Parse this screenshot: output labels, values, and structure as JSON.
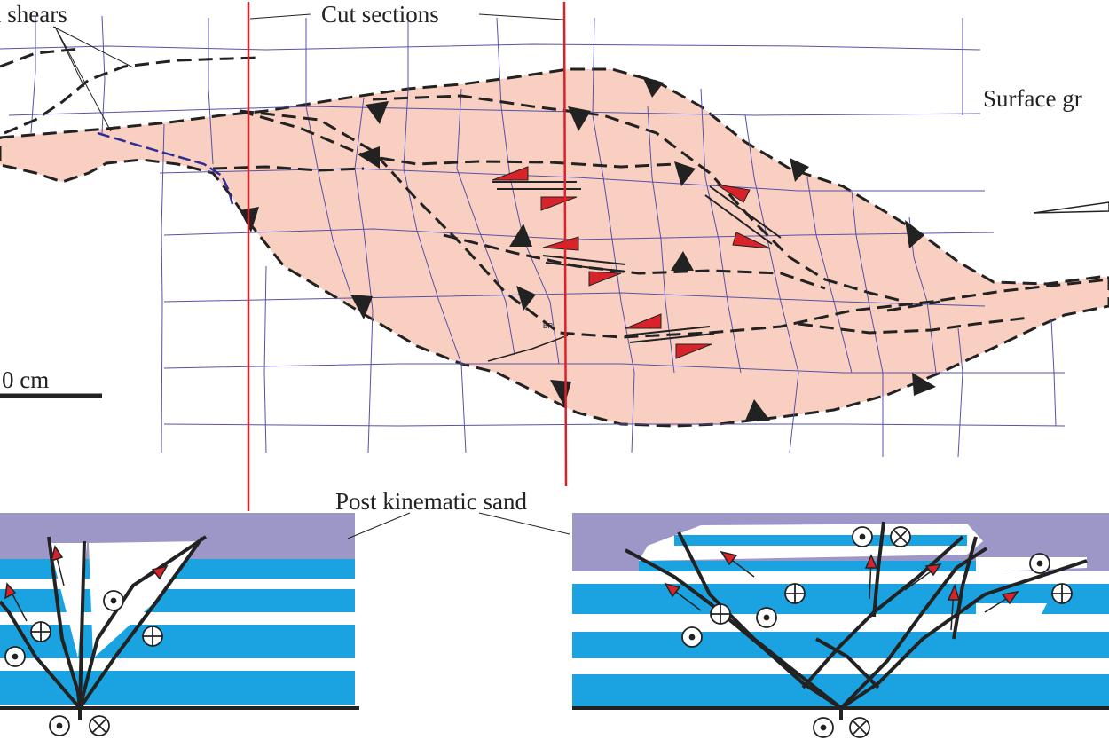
{
  "labels": {
    "shears": "l shears",
    "cut_sections": "Cut sections",
    "surface_grid": "Surface gr",
    "scale": "0 cm",
    "post_kinematic_sand": "Post kinematic sand"
  },
  "colors": {
    "deformed_area": "#f8cfc0",
    "grid": "#5552a8",
    "section_line": "#d8232a",
    "post_kinematic_sand": "#9d97c8",
    "blue_layer": "#1aa3e0",
    "white_layer": "#ffffff",
    "fault": "#222222",
    "arrow": "#d8232a"
  },
  "symbols": {
    "out_of_page": "dot-in-circle-icon",
    "into_page": "cross-in-circle-icon",
    "thrust_tooth": "triangle-icon",
    "shear_sense": "half-arrow-icon"
  }
}
